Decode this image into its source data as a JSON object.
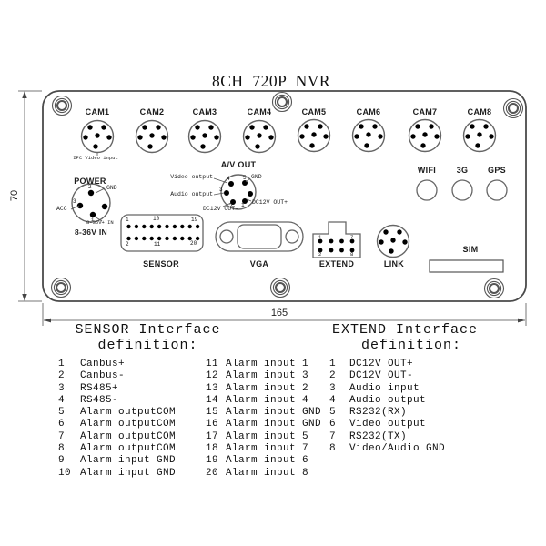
{
  "title": "8CH 720P NVR",
  "dimensions": {
    "height_mm": "70",
    "width_mm": "165"
  },
  "panel": {
    "cams": [
      {
        "label": "CAM1"
      },
      {
        "label": "CAM2"
      },
      {
        "label": "CAM3"
      },
      {
        "label": "CAM4"
      },
      {
        "label": "CAM5"
      },
      {
        "label": "CAM6"
      },
      {
        "label": "CAM7"
      },
      {
        "label": "CAM8"
      }
    ],
    "cam1_note": "IPC Video input",
    "power": {
      "label": "POWER",
      "voltage_label": "8-36V IN",
      "n2": "2",
      "n3": "3",
      "n1": "1",
      "gnd": "GND",
      "acc": "ACC",
      "vin": "8-36V+ IN"
    },
    "avout": {
      "label": "A/V OUT",
      "video": "Video output",
      "gnd": "GND",
      "audio": "Audio output",
      "out_minus": "DC12V OUT-",
      "out_plus": "DC12V OUT+",
      "n1": "1",
      "n2": "2",
      "n3": "3",
      "n4": "4",
      "n5": "5"
    },
    "sensor": {
      "label": "SENSOR",
      "n1": "1",
      "n10": "10",
      "n19": "19",
      "n2": "2",
      "n11": "11",
      "n20": "20"
    },
    "vga": {
      "label": "VGA"
    },
    "extend": {
      "label": "EXTEND",
      "n1": "1",
      "n7": "7",
      "n2": "2",
      "n8": "8"
    },
    "link": {
      "label": "LINK"
    },
    "wifi": "WIFI",
    "g3": "3G",
    "gps": "GPS",
    "sim": "SIM"
  },
  "sensor_table": {
    "title1": "SENSOR Interface",
    "title2": "definition:",
    "rows": [
      [
        "1",
        "Canbus+",
        "11",
        "Alarm input 1"
      ],
      [
        "2",
        "Canbus-",
        "12",
        "Alarm input 3"
      ],
      [
        "3",
        "RS485+",
        "13",
        "Alarm input 2"
      ],
      [
        "4",
        "RS485-",
        "14",
        "Alarm input 4"
      ],
      [
        "5",
        "Alarm outputCOM",
        "15",
        "Alarm input GND"
      ],
      [
        "6",
        "Alarm outputCOM",
        "16",
        "Alarm input GND"
      ],
      [
        "7",
        "Alarm outputCOM",
        "17",
        "Alarm input 5"
      ],
      [
        "8",
        "Alarm outputCOM",
        "18",
        "Alarm input 7"
      ],
      [
        "9",
        "Alarm input GND",
        "19",
        "Alarm input 6"
      ],
      [
        "10",
        "Alarm input GND",
        "20",
        "Alarm input 8"
      ]
    ]
  },
  "extend_table": {
    "title1": "EXTEND Interface",
    "title2": "definition:",
    "rows": [
      [
        "1",
        "DC12V OUT+"
      ],
      [
        "2",
        "DC12V OUT-"
      ],
      [
        "3",
        "Audio input"
      ],
      [
        "4",
        "Audio output"
      ],
      [
        "5",
        "RS232(RX)"
      ],
      [
        "6",
        "Video output"
      ],
      [
        "7",
        "RS232(TX)"
      ],
      [
        "8",
        "Video/Audio GND"
      ]
    ]
  }
}
